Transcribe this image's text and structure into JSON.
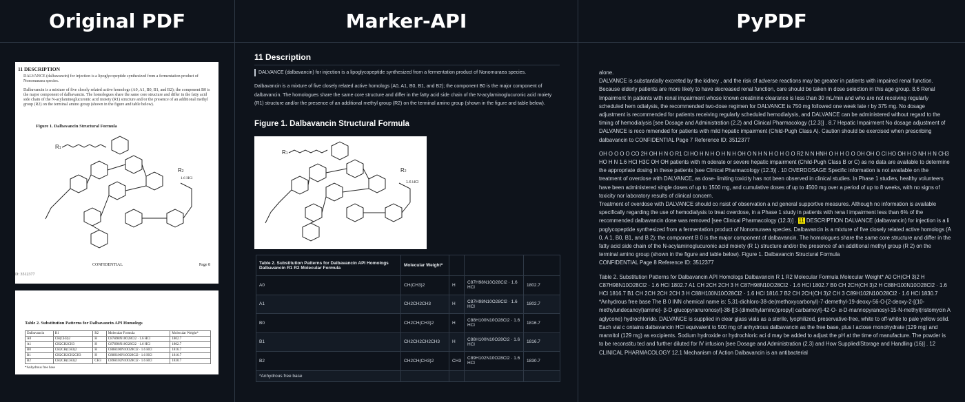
{
  "headers": {
    "col1": "Original PDF",
    "col2": "Marker-API",
    "col3": "PyPDF"
  },
  "original_pdf": {
    "page1": {
      "title": "11  DESCRIPTION",
      "para1": "DALVANCE (dalbavancin) for injection is a lipoglycopeptide synthesized from a fermentation product of Nonomuraea species.",
      "para2": "Dalbavancin is a mixture of five closely related active homologs (A0, A1, B0, B1, and B2); the component B0 is the major component of dalbavancin.  The homologues share the same core structure and differ in the fatty acid side chain of the N-acylaminoglucuronic acid moiety (R1) structure and/or the presence of an additional methyl group (R2) on the terminal amino group (shown in the figure and table below).",
      "figure_title": "Figure 1.  Dalbavancin Structural Formula",
      "salt": "1.6 HCl",
      "confidential": "CONFIDENTIAL",
      "page_no": "Page 8",
      "ref_id": "D: 3512377"
    },
    "page2": {
      "table_title": "Table 2.  Substitution Patterns for Dalbavancin API Homologs",
      "headers": [
        "Dalbavancin",
        "R1",
        "R2",
        "Molecular Formula",
        "Molecular Weight*"
      ],
      "rows": [
        [
          "A0",
          "CH(CH3)2",
          "H",
          "C87H98N10O28Cl2 · 1.6 HCl",
          "1802.7"
        ],
        [
          "A1",
          "CH2CH2CH3",
          "H",
          "C87H98N10O28Cl2 · 1.6 HCl",
          "1802.7"
        ],
        [
          "B0",
          "CH2CH(CH3)2",
          "H",
          "C88H100N10O28Cl2 · 1.6 HCl",
          "1816.7"
        ],
        [
          "B1",
          "CH2CH2CH2CH3",
          "H",
          "C88H100N10O28Cl2 · 1.6 HCl",
          "1816.7"
        ],
        [
          "B2",
          "CH2CH(CH3)2",
          "CH3",
          "C89H102N10O28Cl2 · 1.6 HCl",
          "1830.7"
        ]
      ],
      "footnote": "*Anhydrous free base"
    }
  },
  "marker": {
    "heading": "11 Description",
    "para1": "DALVANCE (dalbavancin) for injection is a lipoglycopeptide synthesized from a fermentation product of Nonomuraea species.",
    "para2": "Dalbavancin is a mixture of five closely related active homologs (A0, A1, B0, B1, and B2); the component B0 is the major component of dalbavancin. The homologues share the same core structure and differ in the fatty acid side chain of the N-acylaminoglucuronic acid moiety (R1) structure and/or the presence of an additional methyl group (R2) on the terminal amino group (shown in the figure and table below).",
    "figure_heading": "Figure 1. Dalbavancin Structural Formula",
    "salt": "1.6 HCl",
    "table": {
      "header1": "Table 2. Substitution Patterns for Dalbavancin API Homologs Dalbavancin R1 R2 Molecular Formula",
      "header2": "Molecular Weight*",
      "rows": [
        [
          "A0",
          "CH(CH3)2",
          "H",
          "C87H98N10O28Cl2 · 1.6 HCl",
          "1802.7"
        ],
        [
          "A1",
          "CH2CH2CH3",
          "H",
          "C87H98N10O28Cl2 · 1.6 HCl",
          "1802.7"
        ],
        [
          "B0",
          "CH2CH(CH3)2",
          "H",
          "C88H100N10O28Cl2 · 1.6 HCl",
          "1816.7"
        ],
        [
          "B1",
          "CH2CH2CH2CH3",
          "H",
          "C88H100N10O28Cl2 · 1.6 HCl",
          "1816.7"
        ],
        [
          "B2",
          "CH2CH(CH3)2",
          "CH3",
          "C89H102N10O28Cl2 · 1.6 HCl",
          "1830.7"
        ]
      ],
      "footnote": "*Anhydrous free base"
    }
  },
  "pypdf": {
    "block1": "alone.\nDALVANCE is substantially excreted by the kidney , and the risk of adverse reactions may be greater in patients with impaired renal function. Because elderly patients are more likely to have decreased renal function, care should be taken in dose selection in this age group. 8.6 Renal Impairment In patients with renal impairment whose known creatinine clearance is less than 30 mL/min and who are not receiving regularly scheduled hem odialysis, the recommended two-dose regimen for DALVANCE is 750 mg followed one week late r by 375 mg. No dosage adjustment is recommended for patients receiving regularly scheduled hemodialysis, and DALVANCE can be administered without regard to the timing of hemodialysis [see Dosage and Administration (2.2) and Clinical Pharmacology (12.3)] . 8.7 Hepatic Impairment No dosage adjustment of DALVANCE is reco mmended for patients with mild hepatic impairment (Child-Pugh Class A). Caution should be exercised when prescribing dalbavancin to CONFIDENTIAL Page 7 Reference ID: 3512377",
    "block2a": "OH O O O O CO 2H OH H N O R1 Cl HO H N H O H N H OH O N H N H O H O O R2 N N HNH O H H O O OH OH O Cl HO OH H O NH H N CH3 HO H N 1.6 HCl H3C OH OH patients with m oderate or severe hepatic impairment (Child-Pugh Class B or C) as no data are available to determine the appropriate dosing in these patients [see Clinical Pharmacology (12.3)] . 10 OVERDOSAGE Specific information is not available on the treatment of overdose with DALVANCE, as dose- limiting toxicity has not been observed in clinical studies. In Phase 1 studies, healthy volunteers have been administered single doses of up to 1500 mg, and cumulative doses of up to 4500 mg over a period of up to 8 weeks, with no signs of toxicity nor laboratory results of clinical concern.\nTreatment of overdose with DALVANCE should co nsist of observation a nd general supportive measures. Although no information is available specifically regarding the use of hemodialysis to treat overdose, in a Phase 1 study in patients with rena l impairment less than 6% of the recommended dalbavancin dose was removed [see Clinical Pharmacology (12.3)] . ",
    "highlight": "11",
    "block2b": " DESCRIPTION DALVANCE (dalbavancin) for injection is a li poglycopeptide synthesized from a fermentation product of Nonomuraea species. Dalbavancin is a mixture of five closely related active homologs (A 0, A 1, B0, B1, and B 2); the component B 0 is the major component of dalbavancin. The homologues share the same core structure and differ in the fatty acid side chain of the N-acylaminoglucuronic acid moiety (R 1) structure and/or the presence of an additional methyl group (R 2) on the terminal amino group (shown in the figure and table below). Figure 1. Dalbavancin Structural Formula\nCONFIDENTIAL Page 8 Reference ID: 3512377",
    "block3": "Table 2. Substitution Patterns for Dalbavancin API Homologs Dalbavancin R 1 R2 Molecular Formula Molecular Weight* A0 CH(CH 3)2 H C87H98N10O28Cl2 · 1.6 HCl 1802.7 A1 CH 2CH 2CH 3 H C87H98N10O28Cl2 · 1.6 HCl 1802.7 B0 CH 2CH(CH 3)2 H C88H100N10O28Cl2 · 1.6 HCl 1816.7 B1 CH 2CH 2CH 2CH 3 H C88H100N10O28Cl2 · 1.6 HCl 1816.7 B2 CH 2CH(CH 3)2 CH 3 C89H102N10O28Cl2 · 1.6 HCl 1830.7 *Anhydrous free base The B 0 INN chemical name is: 5,31-dichloro-38-de(methoxycarbonyl)-7-demethyl-19-deoxy-56-O-[2-deoxy-2-[(10-methylundecanoyl)amino]- β-D-glucopyranuronosyl]-38-[[3-(dimethylamino)propyl] carbamoyl]-42-O- α-D-mannopyranosyl-15-N-methyl(ristomycin A aglycone) hydrochloride. DALVANCE is supplied in clear glass vials as a sterile, lyophilized, preservative-free, white to off-white to pale yellow solid. Each vial c ontains dalbavancin HCl equivalent to 500 mg of anhydrous dalbavancin as the free base, plus l actose monohydrate (129 mg) and mannitol (129 mg) as excipients. Sodium hydroxide or hydrochloric aci d may be added to adjust the pH at the time of manufacture. The powder is to be reconstitu ted and further diluted for IV infusion [see Dosage and Administration (2.3) and How Supplied/Storage and Handling (16)] . 12 CLINICAL PHARMACOLOGY 12.1 Mechanism of Action Dalbavancin is an antibacterial"
  }
}
